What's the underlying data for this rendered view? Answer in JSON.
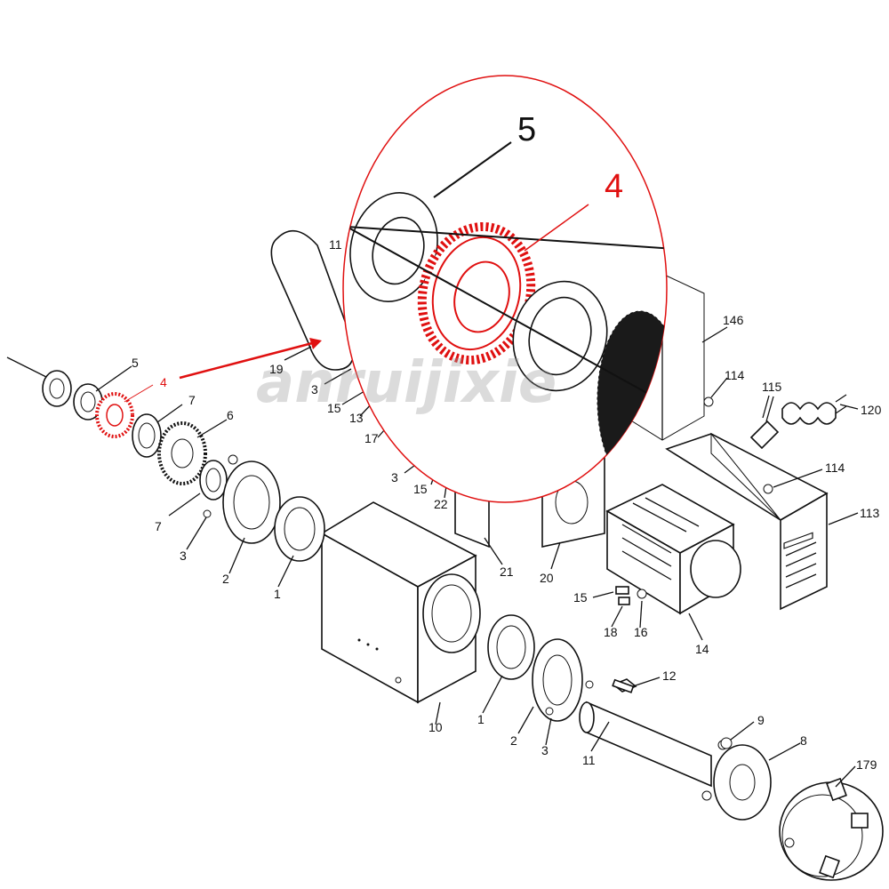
{
  "watermark": "anruijixie",
  "zoom": {
    "big_label_5": "5",
    "big_label_4": "4",
    "label_11": "11"
  },
  "labels": {
    "l5": "5",
    "l4": "4",
    "l7a": "7",
    "l6": "6",
    "l7b": "7",
    "l3a": "3",
    "l2a": "2",
    "l1a": "1",
    "l19": "19",
    "l3b": "3",
    "l15a": "15",
    "l13": "13",
    "l17": "17",
    "l3c": "3",
    "l15b": "15",
    "l22": "22",
    "l21": "21",
    "l20": "20",
    "l146": "146",
    "l114a": "114",
    "l115": "115",
    "l120": "120",
    "l114b": "114",
    "l113": "113",
    "l15c": "15",
    "l18": "18",
    "l16": "16",
    "l14": "14",
    "l10": "10",
    "l1b": "1",
    "l2b": "2",
    "l3d": "3",
    "l11": "11",
    "l12": "12",
    "l9": "9",
    "l8": "8",
    "l179": "179"
  },
  "colors": {
    "highlight": "#e01010",
    "line": "#111111",
    "watermark": "#9a9a9a"
  }
}
